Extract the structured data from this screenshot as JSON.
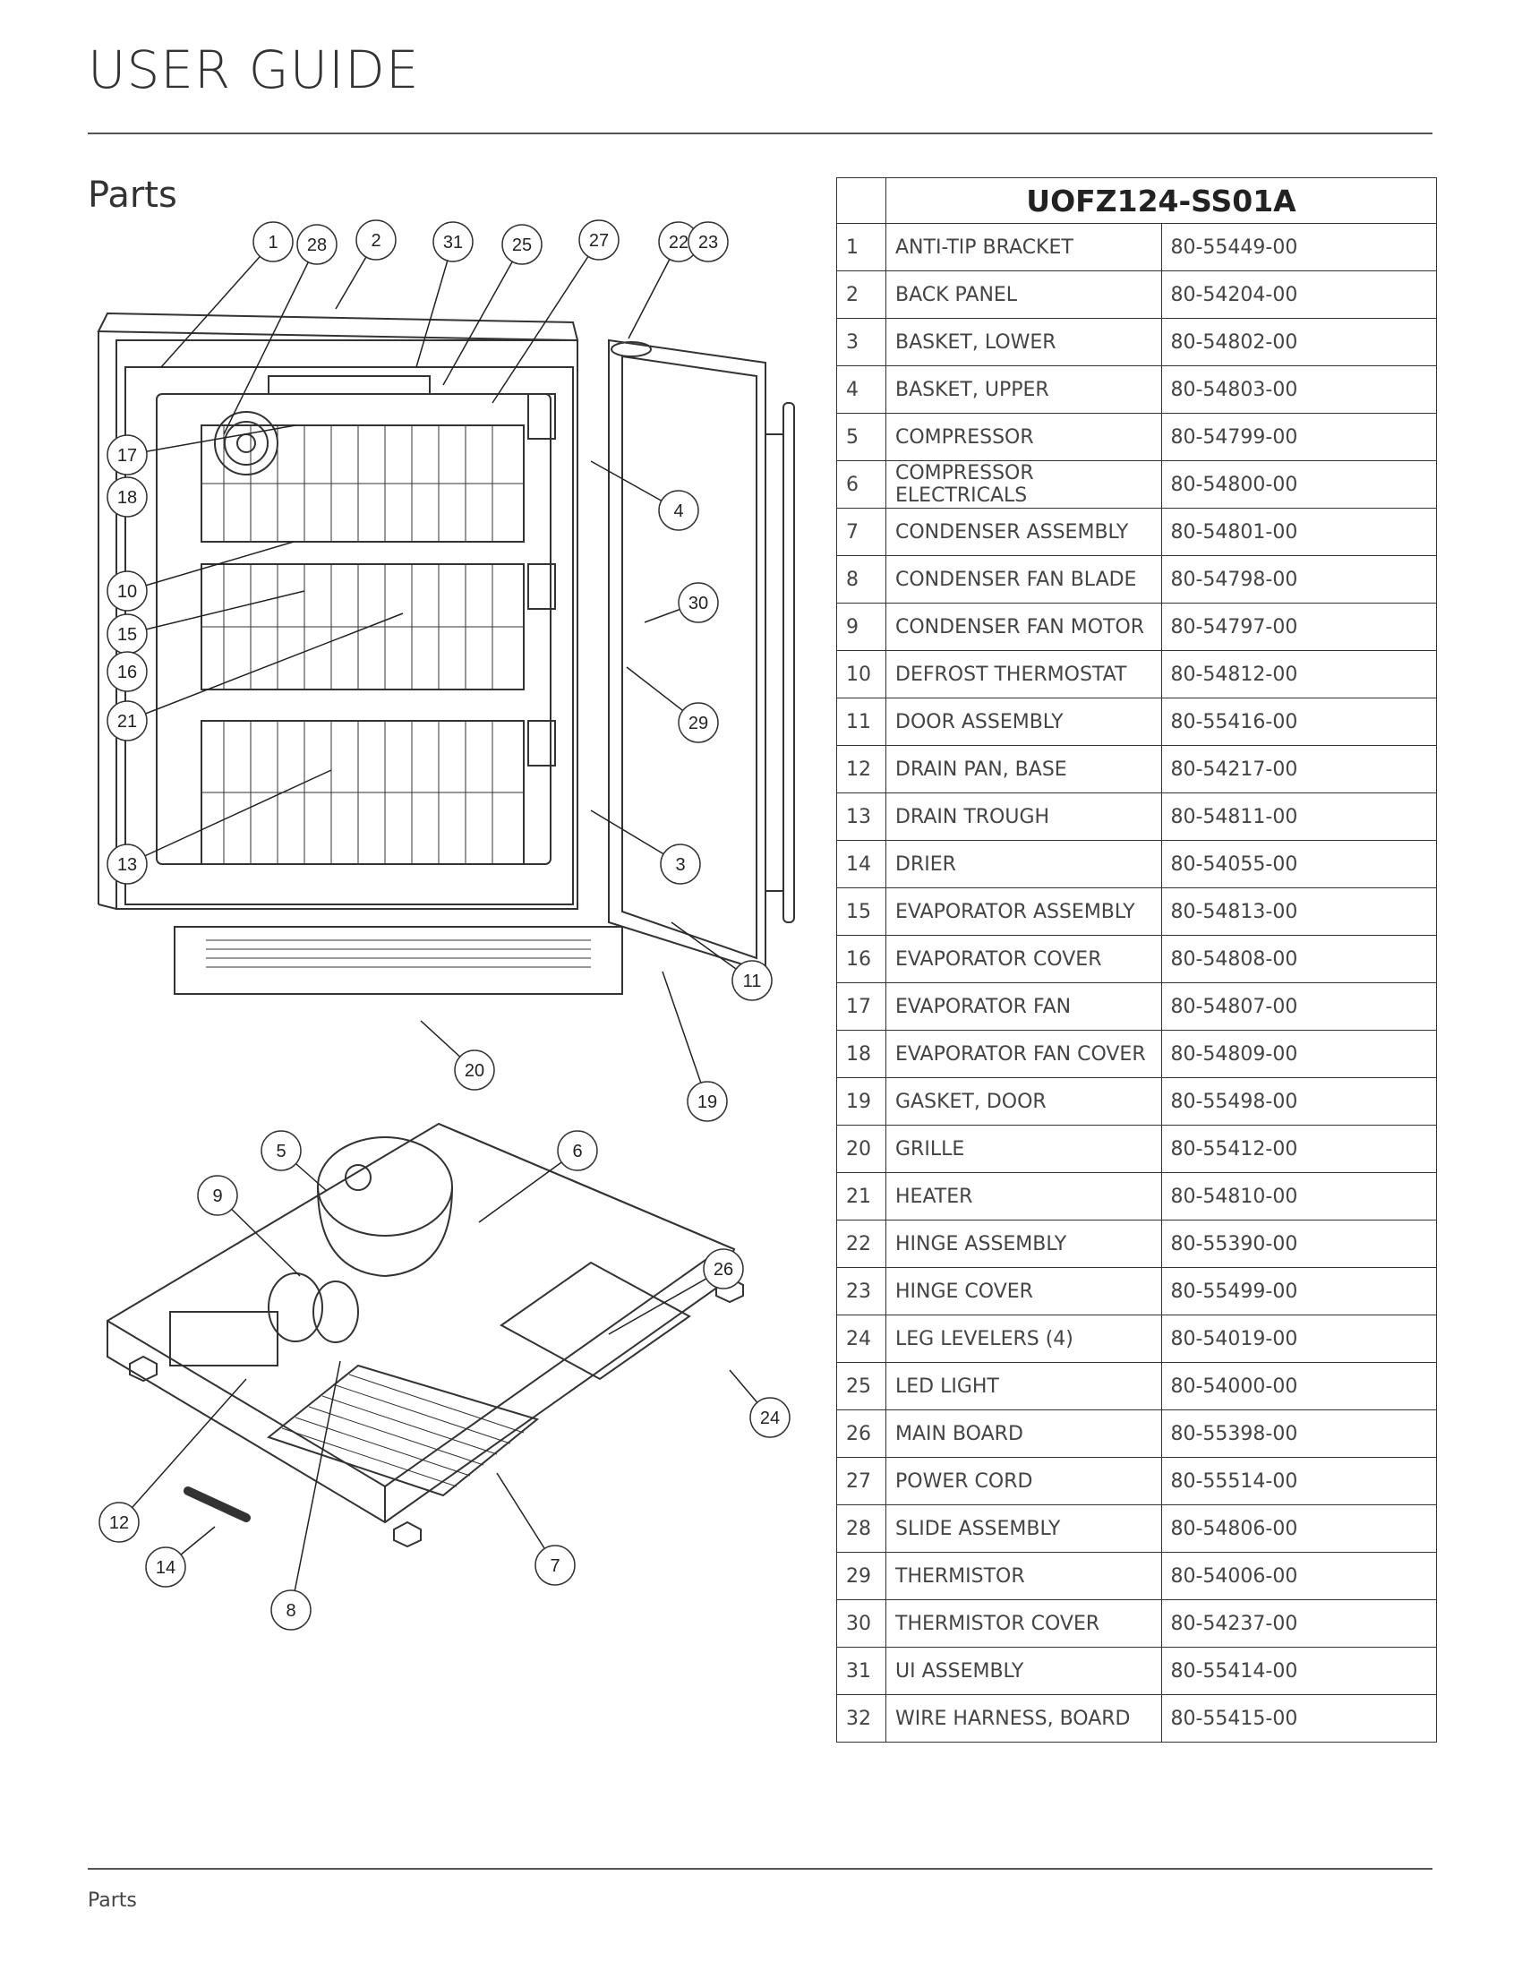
{
  "header": {
    "title": "USER GUIDE"
  },
  "section": {
    "title": "Parts"
  },
  "table": {
    "model": "UOFZ124-SS01A",
    "rows": [
      {
        "num": "1",
        "name": "ANTI-TIP BRACKET",
        "part": "80-55449-00"
      },
      {
        "num": "2",
        "name": "BACK PANEL",
        "part": "80-54204-00"
      },
      {
        "num": "3",
        "name": "BASKET, LOWER",
        "part": "80-54802-00"
      },
      {
        "num": "4",
        "name": "BASKET, UPPER",
        "part": "80-54803-00"
      },
      {
        "num": "5",
        "name": "COMPRESSOR",
        "part": "80-54799-00"
      },
      {
        "num": "6",
        "name": "COMPRESSOR ELECTRICALS",
        "part": "80-54800-00"
      },
      {
        "num": "7",
        "name": "CONDENSER ASSEMBLY",
        "part": "80-54801-00"
      },
      {
        "num": "8",
        "name": "CONDENSER FAN BLADE",
        "part": "80-54798-00"
      },
      {
        "num": "9",
        "name": "CONDENSER FAN MOTOR",
        "part": "80-54797-00"
      },
      {
        "num": "10",
        "name": "DEFROST THERMOSTAT",
        "part": "80-54812-00"
      },
      {
        "num": "11",
        "name": "DOOR ASSEMBLY",
        "part": "80-55416-00"
      },
      {
        "num": "12",
        "name": "DRAIN PAN, BASE",
        "part": "80-54217-00"
      },
      {
        "num": "13",
        "name": "DRAIN TROUGH",
        "part": "80-54811-00"
      },
      {
        "num": "14",
        "name": "DRIER",
        "part": "80-54055-00"
      },
      {
        "num": "15",
        "name": "EVAPORATOR ASSEMBLY",
        "part": "80-54813-00"
      },
      {
        "num": "16",
        "name": "EVAPORATOR COVER",
        "part": "80-54808-00"
      },
      {
        "num": "17",
        "name": "EVAPORATOR FAN",
        "part": "80-54807-00"
      },
      {
        "num": "18",
        "name": "EVAPORATOR FAN COVER",
        "part": "80-54809-00"
      },
      {
        "num": "19",
        "name": "GASKET, DOOR",
        "part": "80-55498-00"
      },
      {
        "num": "20",
        "name": "GRILLE",
        "part": "80-55412-00"
      },
      {
        "num": "21",
        "name": "HEATER",
        "part": "80-54810-00"
      },
      {
        "num": "22",
        "name": "HINGE ASSEMBLY",
        "part": "80-55390-00"
      },
      {
        "num": "23",
        "name": "HINGE COVER",
        "part": "80-55499-00"
      },
      {
        "num": "24",
        "name": "LEG LEVELERS (4)",
        "part": "80-54019-00"
      },
      {
        "num": "25",
        "name": "LED LIGHT",
        "part": "80-54000-00"
      },
      {
        "num": "26",
        "name": "MAIN BOARD",
        "part": "80-55398-00"
      },
      {
        "num": "27",
        "name": "POWER CORD",
        "part": "80-55514-00"
      },
      {
        "num": "28",
        "name": "SLIDE ASSEMBLY",
        "part": "80-54806-00"
      },
      {
        "num": "29",
        "name": "THERMISTOR",
        "part": "80-54006-00"
      },
      {
        "num": "30",
        "name": "THERMISTOR COVER",
        "part": "80-54237-00"
      },
      {
        "num": "31",
        "name": "UI ASSEMBLY",
        "part": "80-55414-00"
      },
      {
        "num": "32",
        "name": "WIRE HARNESS, BOARD",
        "part": "80-55415-00"
      }
    ]
  },
  "diagram": {
    "callouts": [
      "1",
      "28",
      "2",
      "31",
      "25",
      "27",
      "22",
      "23",
      "17",
      "18",
      "4",
      "10",
      "15",
      "30",
      "16",
      "21",
      "29",
      "13",
      "3",
      "11",
      "20",
      "19",
      "5",
      "6",
      "9",
      "26",
      "12",
      "24",
      "14",
      "7",
      "8"
    ]
  },
  "footer": {
    "text": "Parts"
  }
}
